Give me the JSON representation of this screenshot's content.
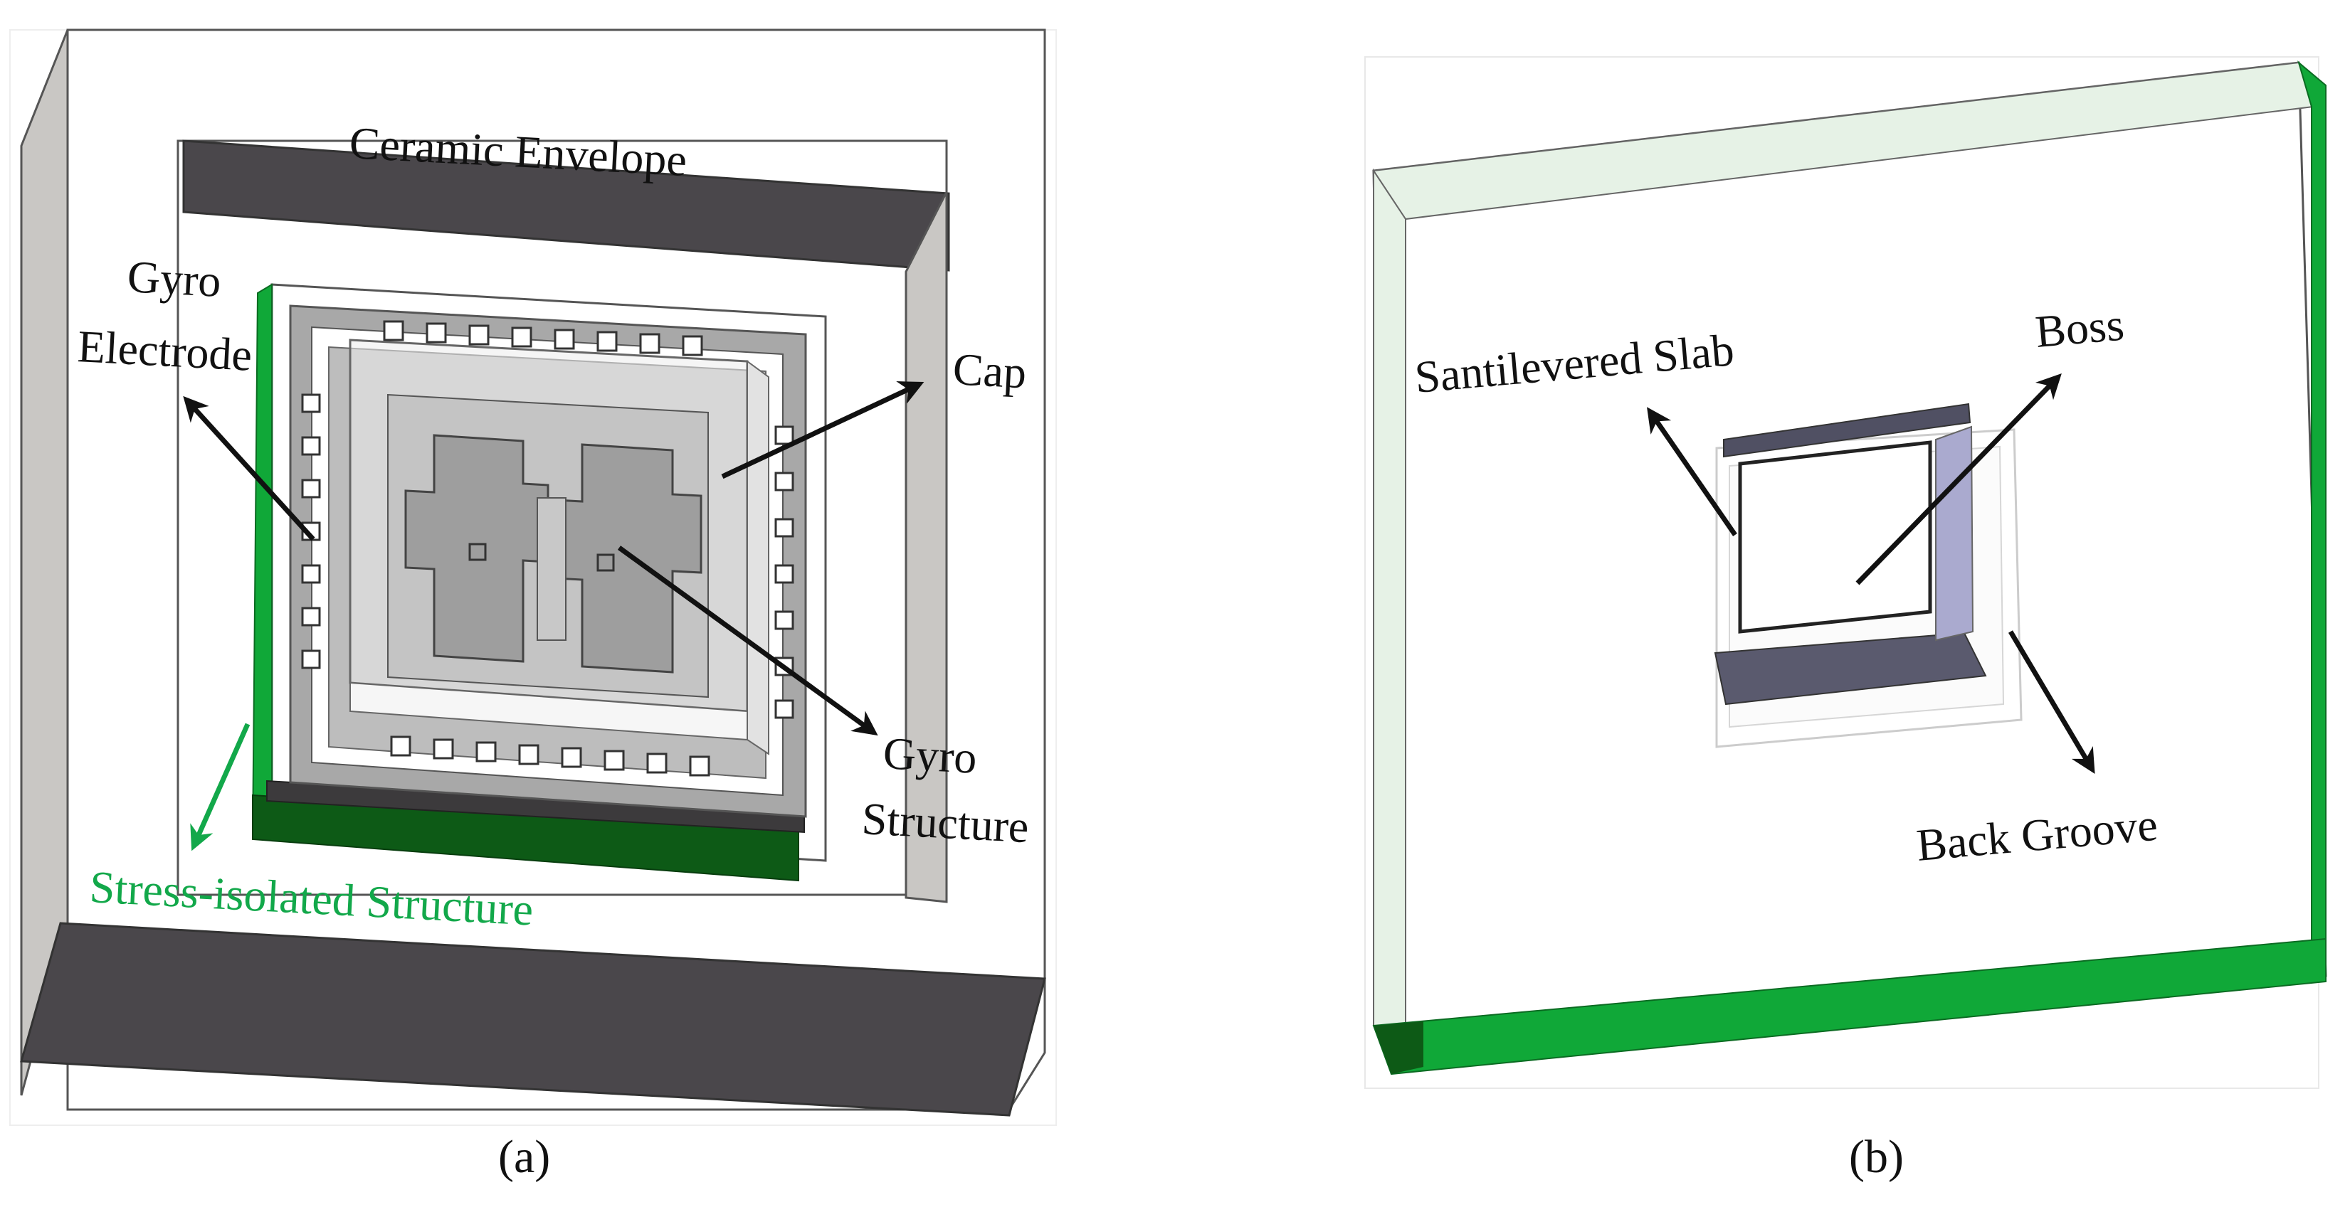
{
  "panel_a": {
    "caption": "(a)",
    "labels": {
      "ceramic_envelope": "Ceramic Envelope",
      "gyro_electrode_line1": "Gyro",
      "gyro_electrode_line2": "Electrode",
      "cap": "Cap",
      "gyro_structure_line1": "Gyro",
      "gyro_structure_line2": "Structure",
      "stress_isolated": "Stress-isolated Structure"
    }
  },
  "panel_b": {
    "caption": "(b)",
    "labels": {
      "santilevered_slab": "Santilevered Slab",
      "boss": "Boss",
      "back_groove": "Back Groove"
    }
  },
  "colors": {
    "dark_wall": "#4a474b",
    "grey_side": "#c9c7c4",
    "green_edge": "#10a838",
    "dark_green": "#0d5a16",
    "light_green_frame": "#e6f2e6",
    "chip_grey": "#a8a8a8",
    "label_green": "#12a84a",
    "arrow": "#111111"
  }
}
